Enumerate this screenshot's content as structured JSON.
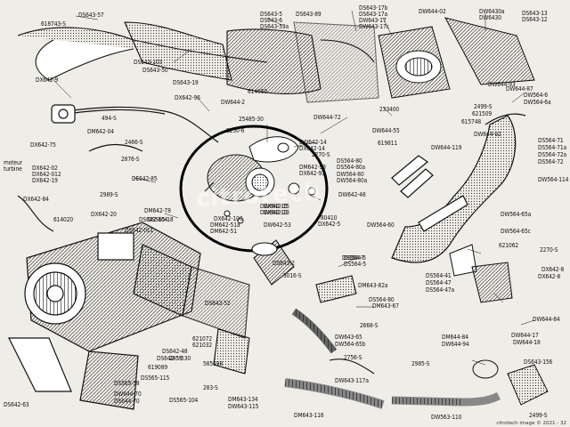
{
  "parts": [
    {
      "id": "p1",
      "text": "DS643-57"
    },
    {
      "id": "p2",
      "text": "618743-S"
    },
    {
      "id": "p3",
      "text": "DS643-5"
    },
    {
      "id": "p4",
      "text": "DS643-6"
    },
    {
      "id": "p5",
      "text": "DS643-53a"
    },
    {
      "id": "p6",
      "text": "DS643-89"
    },
    {
      "id": "p7",
      "text": "DS643-17b"
    },
    {
      "id": "p8",
      "text": "DS643-17a"
    },
    {
      "id": "p9",
      "text": "DW643-17"
    },
    {
      "id": "p10",
      "text": "DW643-17c"
    },
    {
      "id": "p11",
      "text": "DW644-02"
    },
    {
      "id": "p12",
      "text": "DW6430a"
    },
    {
      "id": "p13",
      "text": "DW6430"
    },
    {
      "id": "p14",
      "text": "DS643-13"
    },
    {
      "id": "p15",
      "text": "DS643-12"
    },
    {
      "id": "p16",
      "text": "DS643-103"
    },
    {
      "id": "p17",
      "text": "DS643-50"
    },
    {
      "id": "p18",
      "text": "DS643-19"
    },
    {
      "id": "p19",
      "text": "614050"
    },
    {
      "id": "p20",
      "text": "DW644-2"
    },
    {
      "id": "p21",
      "text": "DX642-9"
    },
    {
      "id": "p22",
      "text": "DX642-96"
    },
    {
      "id": "p23",
      "text": "494-S"
    },
    {
      "id": "p24",
      "text": "DX642-75"
    },
    {
      "id": "p25",
      "text": "DM642-04"
    },
    {
      "id": "p26",
      "text": "2466-S"
    },
    {
      "id": "p27",
      "text": "2876-S"
    },
    {
      "id": "p28",
      "text": "25485-30"
    },
    {
      "id": "p29",
      "text": "2250-6"
    },
    {
      "id": "p30",
      "text": "DW644-72"
    },
    {
      "id": "p31",
      "text": "233400"
    },
    {
      "id": "p32",
      "text": "DW644-55"
    },
    {
      "id": "p33",
      "text": "619811"
    },
    {
      "id": "p34",
      "text": "DW644-119"
    },
    {
      "id": "p35",
      "text": "DW644-93"
    },
    {
      "id": "p36",
      "text": "2499-S"
    },
    {
      "id": "p37",
      "text": "621509"
    },
    {
      "id": "p38",
      "text": "615748"
    },
    {
      "id": "p39",
      "text": "DW644-92"
    },
    {
      "id": "p40",
      "text": "DW644-87"
    },
    {
      "id": "p41",
      "text": "DW564-6"
    },
    {
      "id": "p42",
      "text": "DW564-6a"
    },
    {
      "id": "p43",
      "text": "DS564-71"
    },
    {
      "id": "p44",
      "text": "DS564-71a"
    },
    {
      "id": "p45",
      "text": "DS564-72a"
    },
    {
      "id": "p46",
      "text": "DS564-72"
    },
    {
      "id": "p47",
      "text": "DW564-114"
    },
    {
      "id": "p48",
      "text": "DW642-14"
    },
    {
      "id": "p49",
      "text": "DX642-14"
    },
    {
      "id": "p50",
      "text": "2270-S"
    },
    {
      "id": "p51",
      "text": "DM642-93"
    },
    {
      "id": "p52",
      "text": "DX642-93"
    },
    {
      "id": "p53",
      "text": "DS564-80"
    },
    {
      "id": "p54",
      "text": "DS564-80a"
    },
    {
      "id": "p55",
      "text": "DW564-80"
    },
    {
      "id": "p56",
      "text": "DW564-80a"
    },
    {
      "id": "p57",
      "text": "DX642-02"
    },
    {
      "id": "p58",
      "text": "moteur"
    },
    {
      "id": "p59",
      "text": "DX642-012"
    },
    {
      "id": "p60",
      "text": "turbine"
    },
    {
      "id": "p61",
      "text": "DX642-19"
    },
    {
      "id": "p62",
      "text": "DE642-85"
    },
    {
      "id": "p63",
      "text": "DX642-84"
    },
    {
      "id": "p64",
      "text": "2989-S"
    },
    {
      "id": "p65",
      "text": "614020"
    },
    {
      "id": "p66",
      "text": "DM642-78"
    },
    {
      "id": "p67",
      "text": "DX642-20"
    },
    {
      "id": "p68",
      "text": "DS565-18"
    },
    {
      "id": "p69",
      "text": "DS642-104"
    },
    {
      "id": "p70",
      "text": "DS642-011"
    },
    {
      "id": "p71",
      "text": "DX642-15"
    },
    {
      "id": "p72",
      "text": "DX642-13"
    },
    {
      "id": "p73",
      "text": "DW642-15"
    },
    {
      "id": "p74",
      "text": "DW642-13"
    },
    {
      "id": "p75",
      "text": "DX642-100"
    },
    {
      "id": "p76",
      "text": "DM642-51a"
    },
    {
      "id": "p77",
      "text": "DM642-51"
    },
    {
      "id": "p78",
      "text": "DW642-53"
    },
    {
      "id": "p79",
      "text": "DW642-46"
    },
    {
      "id": "p80",
      "text": "80410"
    },
    {
      "id": "p81",
      "text": "DX642-5"
    },
    {
      "id": "p82",
      "text": "DW564-60"
    },
    {
      "id": "p83",
      "text": "DS564-7"
    },
    {
      "id": "p84",
      "text": "DW564-65a"
    },
    {
      "id": "p85",
      "text": "DW564-65c"
    },
    {
      "id": "p86",
      "text": "621062"
    },
    {
      "id": "p87",
      "text": "2270-S"
    },
    {
      "id": "p88",
      "text": "DS643-2"
    },
    {
      "id": "p89",
      "text": "3016-S"
    },
    {
      "id": "p90",
      "text": "DS564-5"
    },
    {
      "id": "p91",
      "text": "DS564-5"
    },
    {
      "id": "p92",
      "text": "DM643-82a"
    },
    {
      "id": "p93",
      "text": "DS564-41"
    },
    {
      "id": "p94",
      "text": "DS564-47"
    },
    {
      "id": "p95",
      "text": "DS564-47a"
    },
    {
      "id": "p96",
      "text": "DX642-8"
    },
    {
      "id": "p97",
      "text": "DX642-8"
    },
    {
      "id": "p98",
      "text": "DS564-80"
    },
    {
      "id": "p99",
      "text": "DM643-67"
    },
    {
      "id": "p100",
      "text": "DS643-52"
    },
    {
      "id": "p101",
      "text": "DW644-84"
    },
    {
      "id": "p102",
      "text": "2668-S"
    },
    {
      "id": "p103",
      "text": "DW643-65"
    },
    {
      "id": "p104",
      "text": "DW564-65b"
    },
    {
      "id": "p105",
      "text": "DM644-84"
    },
    {
      "id": "p106",
      "text": "DW644-94"
    },
    {
      "id": "p107",
      "text": "DW644-17"
    },
    {
      "id": "p108",
      "text": "DW644-18"
    },
    {
      "id": "p109",
      "text": "621072"
    },
    {
      "id": "p110",
      "text": "621032"
    },
    {
      "id": "p111",
      "text": "DS642-48"
    },
    {
      "id": "p112",
      "text": "285-530"
    },
    {
      "id": "p113",
      "text": "585698"
    },
    {
      "id": "p114",
      "text": "2756-S"
    },
    {
      "id": "p115",
      "text": "DW643-117a"
    },
    {
      "id": "p116",
      "text": "2985-S"
    },
    {
      "id": "p117",
      "text": "DS643-156"
    },
    {
      "id": "p118",
      "text": "DS565-58"
    },
    {
      "id": "p119",
      "text": "DS642-55"
    },
    {
      "id": "p120",
      "text": "DS565-115"
    },
    {
      "id": "p121",
      "text": "619089"
    },
    {
      "id": "p122",
      "text": "DW644-70"
    },
    {
      "id": "p123",
      "text": "DS644-70"
    },
    {
      "id": "p124",
      "text": "DS565-104"
    },
    {
      "id": "p125",
      "text": "283-S"
    },
    {
      "id": "p126",
      "text": "DM643-134"
    },
    {
      "id": "p127",
      "text": "DW643-115"
    },
    {
      "id": "p128",
      "text": "DS642-63"
    },
    {
      "id": "p129",
      "text": "DM643-116"
    },
    {
      "id": "p130",
      "text": "DW563-110"
    },
    {
      "id": "p131",
      "text": "2499-S"
    }
  ],
  "watermark": "citrotech",
  "copyright": "citrotech image © 2021 - 32",
  "colors": {
    "paper": "#efede7",
    "ink": "#141414",
    "circle": "#000000"
  }
}
